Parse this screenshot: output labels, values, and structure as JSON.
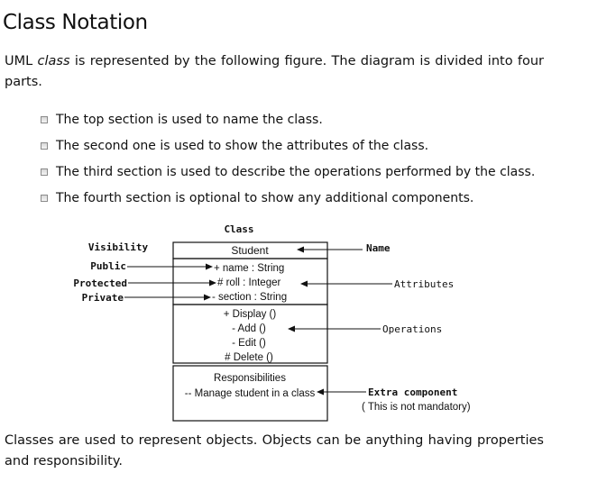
{
  "title": "Class Notation",
  "intro": {
    "before": "UML ",
    "emph": "class",
    "after": " is represented by the following figure. The diagram is divided into four parts."
  },
  "bullets": [
    "The top section is used to name the class.",
    "The second one is used to show the attributes of the class.",
    "The third section is used to describe the operations performed by the class.",
    "The fourth section is optional to show any additional components."
  ],
  "diagram": {
    "header": "Class",
    "class_name": "Student",
    "attributes": [
      "+ name : String",
      "# roll : Integer",
      "- section : String"
    ],
    "operations": [
      "+ Display ()",
      "- Add ()",
      "- Edit ()",
      "# Delete ()"
    ],
    "extra": [
      "Responsibilities",
      "-- Manage student in a class"
    ],
    "visibility": {
      "title": "Visibility",
      "public": "Public",
      "protected": "Protected",
      "private": "Private"
    },
    "labels": {
      "name": "Name",
      "attributes": "Attributes",
      "operations": "Operations",
      "extra_component": "Extra component",
      "extra_note": "( This is not mandatory)"
    }
  },
  "outro": "Classes are used to represent objects. Objects can be anything having properties and responsibility."
}
